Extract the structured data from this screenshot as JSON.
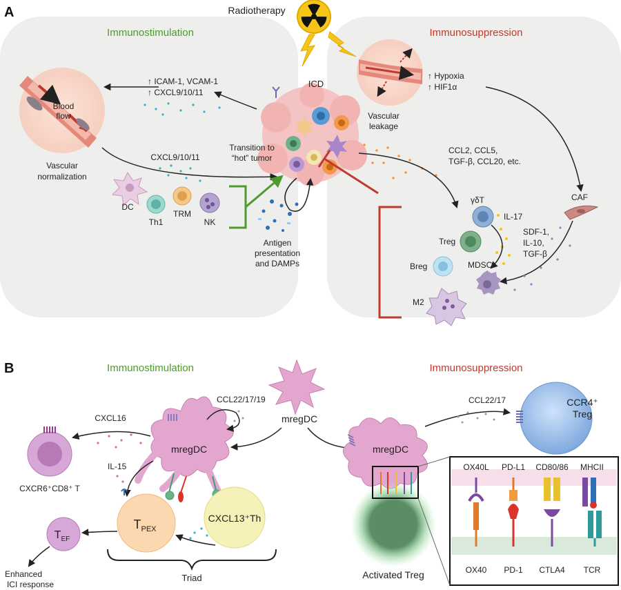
{
  "panel_a": {
    "letter": "A",
    "radiotherapy": "Radiotherapy",
    "immunostimulation": "Immunostimulation",
    "immunosuppression": "Immunosuppression",
    "icd": "ICD",
    "icam": "↑ ICAM-1, VCAM-1",
    "cxcl_up": "↑ CXCL9/10/11",
    "blood_flow_1": "Blood",
    "blood_flow_2": "flow",
    "vascular_normalization_1": "Vascular",
    "vascular_normalization_2": "normalization",
    "cxcl": "CXCL9/10/11",
    "transition_1": "Transition to",
    "transition_2": "“hot” tumor",
    "dc": "DC",
    "th1": "Th1",
    "trm": "TRM",
    "nk": "NK",
    "antigen_1": "Antigen",
    "antigen_2": "presentation",
    "antigen_3": "and DAMPs",
    "hypoxia": "↑ Hypoxia",
    "hif": "↑ HIF1α",
    "vascular_leakage_1": "Vascular",
    "vascular_leakage_2": "leakage",
    "ccl_1": "CCL2, CCL5,",
    "ccl_2": "TGF-β, CCL20, etc.",
    "gdt": "γδT",
    "il17": "IL-17",
    "caf": "CAF",
    "sdf_1": "SDF-1,",
    "sdf_2": "IL-10,",
    "sdf_3": "TGF-β",
    "treg": "Treg",
    "breg": "Breg",
    "mdsc": "MDSC",
    "m2": "M2"
  },
  "panel_b": {
    "letter": "B",
    "immunostimulation": "Immunostimulation",
    "immunosuppression": "Immunosuppression",
    "mregdc_center": "mregDC",
    "mregdc_left": "mregDC",
    "mregdc_right": "mregDC",
    "ccl22_17_19": "CCL22/17/19",
    "cxcl16": "CXCL16",
    "cxcr6_cd8": "CXCR6⁺CD8⁺ T",
    "il15": "IL-15",
    "tpex_main": "T",
    "tpex_sub": "PEX",
    "cxcl13th": "CXCL13⁺Th",
    "tef_main": "T",
    "tef_sub": "EF",
    "enhanced_1": "Enhanced",
    "enhanced_2": "ICI response",
    "triad": "Triad",
    "ccl22_17": "CCL22/17",
    "ccr4_1": "CCR4⁺",
    "ccr4_2": "Treg",
    "activated_treg": "Activated Treg",
    "inset_top": [
      "OX40L",
      "PD-L1",
      "CD80/86",
      "MHCII"
    ],
    "inset_bottom": [
      "OX40",
      "PD-1",
      "CTLA4",
      "TCR"
    ]
  },
  "colors": {
    "stim_green": "#4e9a2e",
    "supp_red": "#c0392b",
    "panel_bg": "#eeeeec",
    "mregdc_pink": "#e3a6cf",
    "arrow_black": "#222222"
  }
}
